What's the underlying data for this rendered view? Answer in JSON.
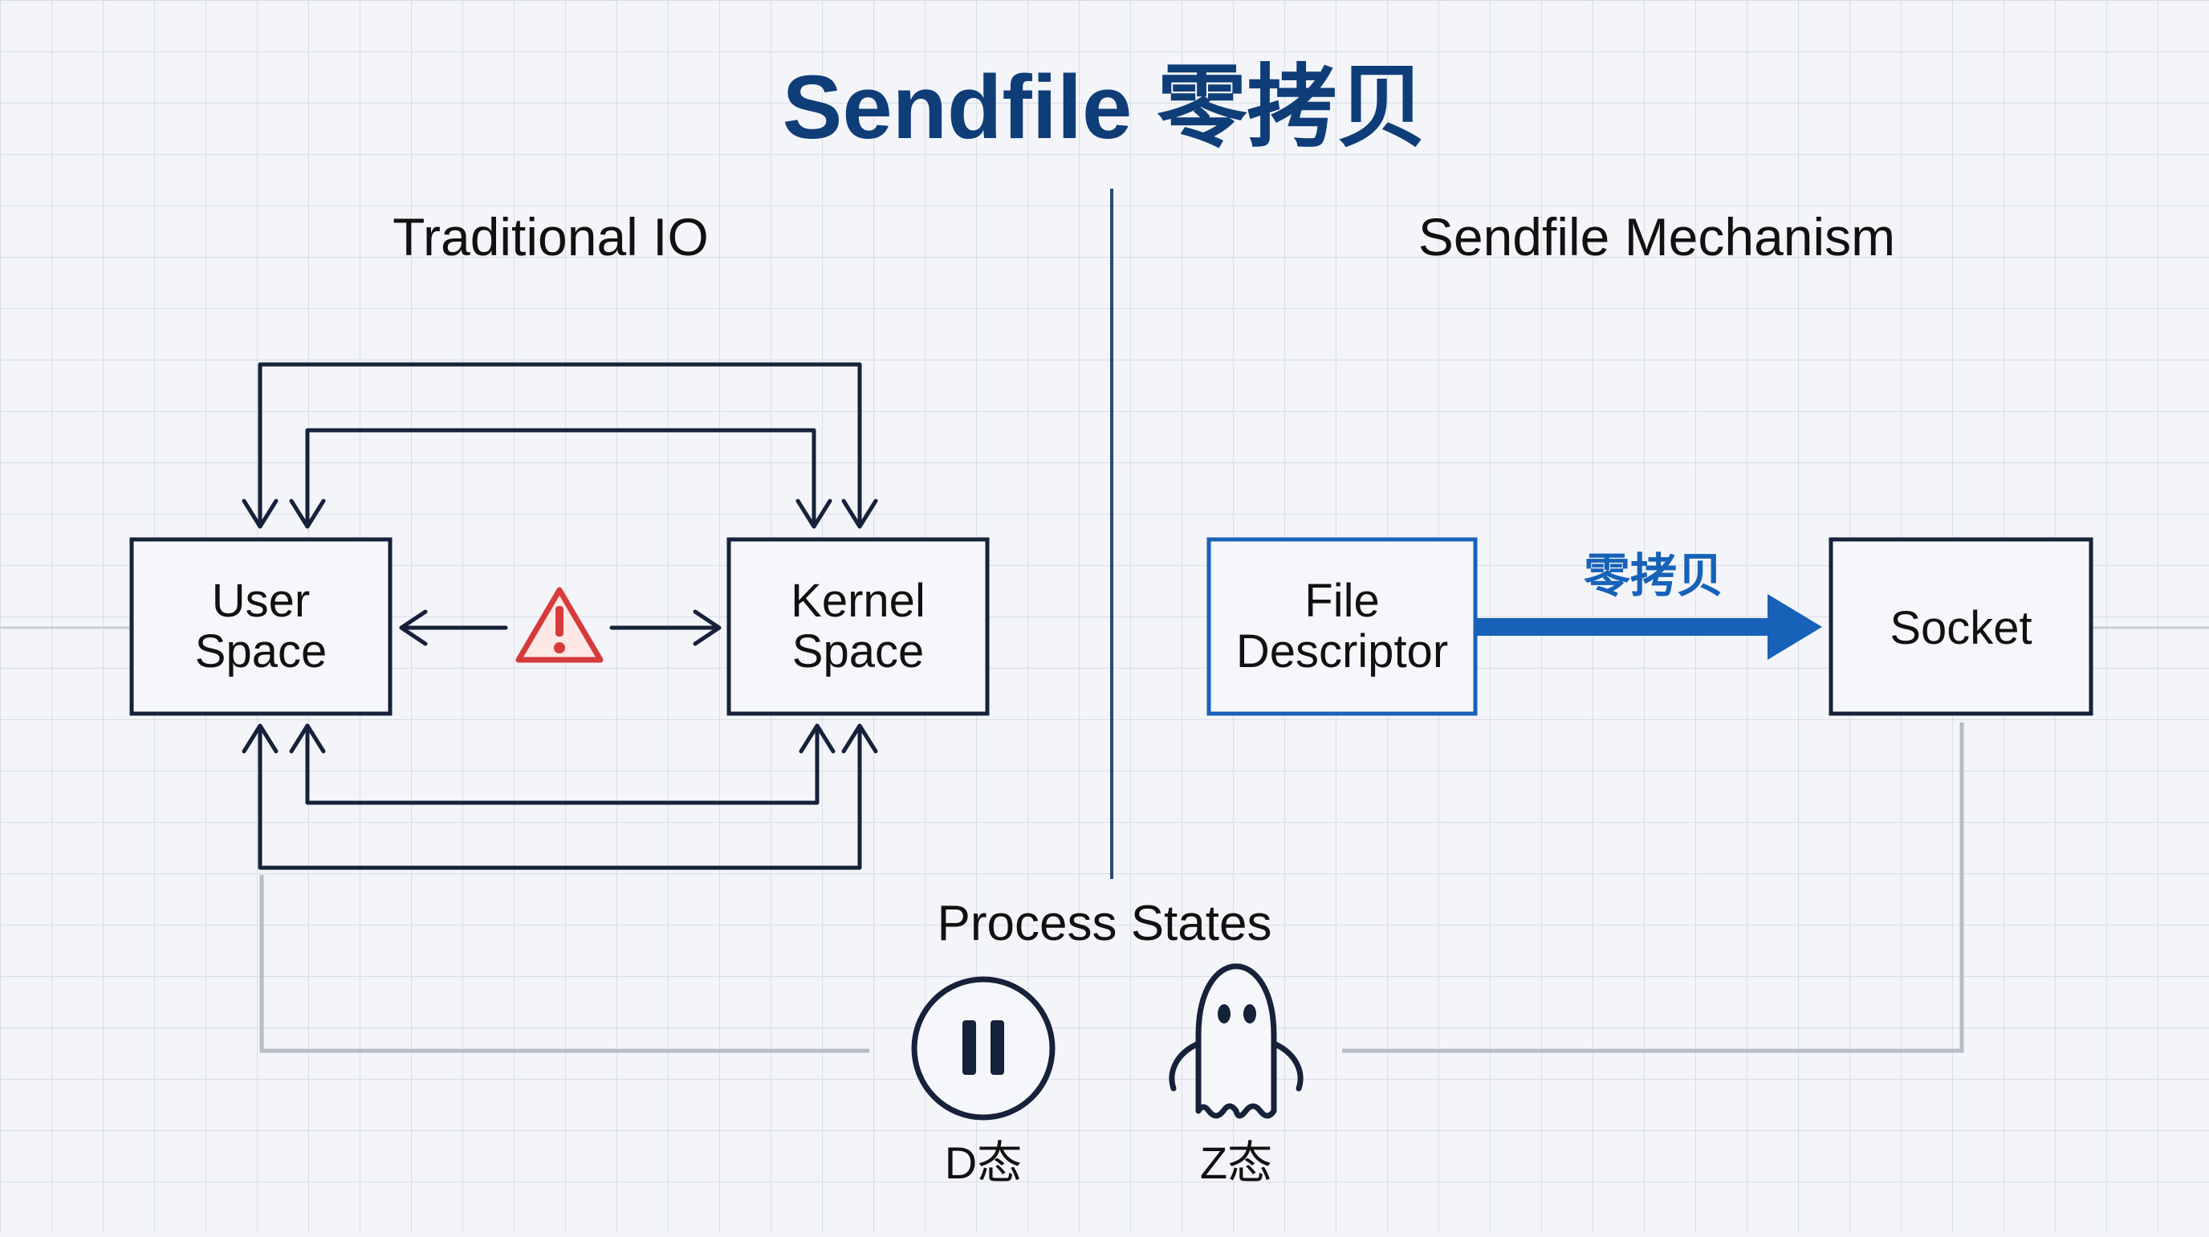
{
  "title": "Sendfile 零拷贝",
  "left_panel": {
    "heading": "Traditional IO",
    "user_space": {
      "line1": "User",
      "line2": "Space"
    },
    "kernel_space": {
      "line1": "Kernel",
      "line2": "Space"
    },
    "warning_icon": "warning-triangle-icon"
  },
  "right_panel": {
    "heading": "Sendfile Mechanism",
    "file_descriptor": {
      "line1": "File",
      "line2": "Descriptor"
    },
    "socket": {
      "label": "Socket"
    },
    "arrow_label": "零拷贝"
  },
  "process_states": {
    "heading": "Process States",
    "d_state": {
      "label": "D态",
      "icon": "pause-icon"
    },
    "z_state": {
      "label": "Z态",
      "icon": "ghost-icon"
    }
  },
  "colors": {
    "title": "#0f3d78",
    "dark": "#16213a",
    "accent_blue": "#1762b8",
    "warning_red": "#d63b3b",
    "connector_gray": "#b8bcc6",
    "grid": "#d9dde6",
    "background": "#f3f5f9"
  }
}
